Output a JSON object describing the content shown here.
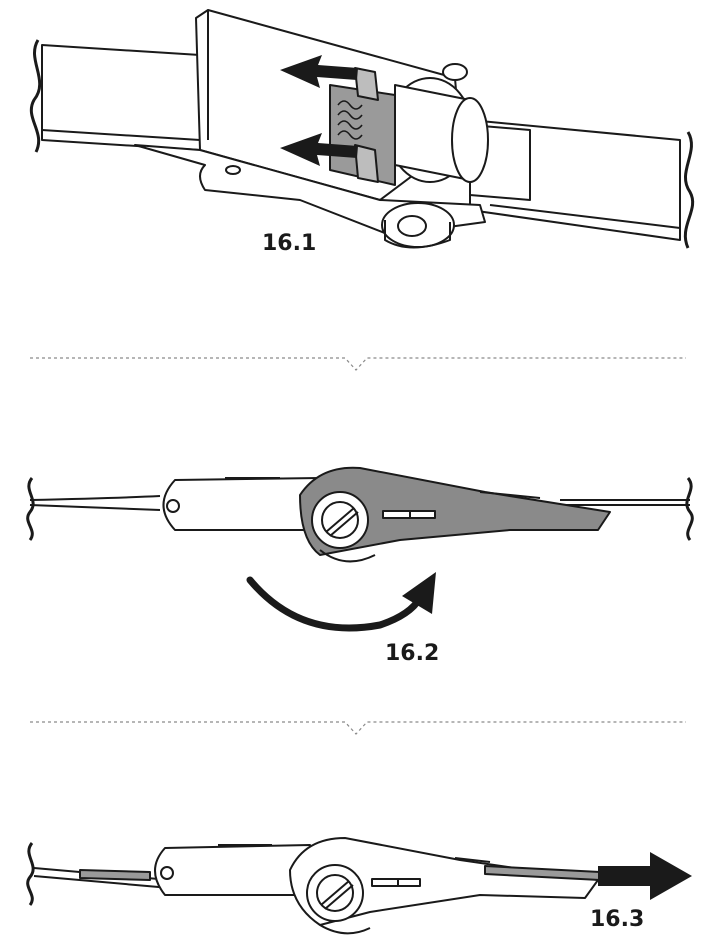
{
  "figure": {
    "steps": [
      {
        "id": "step-1",
        "label": "16.1"
      },
      {
        "id": "step-2",
        "label": "16.2"
      },
      {
        "id": "step-3",
        "label": "16.3"
      }
    ]
  },
  "colors": {
    "line": "#1a1a1a",
    "handle_fill": "#8a8a8a",
    "part_fill": "#ffffff",
    "arrow": "#1a1a1a",
    "divider": "#8a8a8a"
  },
  "icons": {
    "push_arrow": "arrow-left-icon",
    "rotate_arrow": "curved-arrow-icon",
    "pull_arrow": "arrow-right-icon"
  }
}
